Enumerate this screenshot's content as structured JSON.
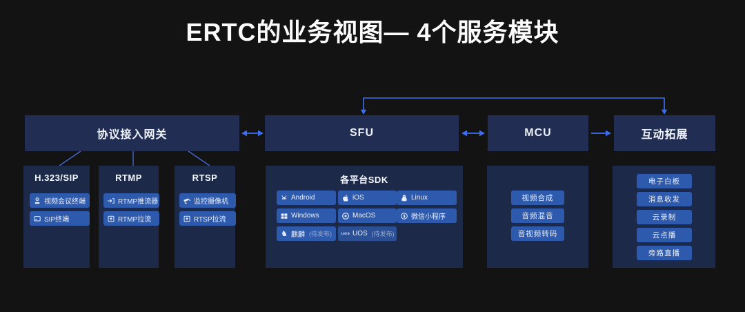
{
  "title": "ERTC的业务视图— 4个服务模块",
  "colors": {
    "background": "#131313",
    "module_box": "#212d52",
    "panel": "#1d2949",
    "chip": "#2e5aad",
    "arrow_blue": "#3d6ef2",
    "pending_text": "#98a7cc"
  },
  "modules": {
    "gateway": "协议接入网关",
    "sfu": "SFU",
    "mcu": "MCU",
    "extension": "互动拓展"
  },
  "gateway_groups": [
    {
      "title": "H.323/SIP",
      "items": [
        {
          "label": "视频会议终端",
          "icon": "video-conference-terminal-icon"
        },
        {
          "label": "SIP终端",
          "icon": "sip-terminal-icon"
        }
      ]
    },
    {
      "title": "RTMP",
      "items": [
        {
          "label": "RTMP推流器",
          "icon": "push-stream-icon"
        },
        {
          "label": "RTMP拉流",
          "icon": "pull-stream-icon"
        }
      ]
    },
    {
      "title": "RTSP",
      "items": [
        {
          "label": "监控摄像机",
          "icon": "surveillance-camera-icon"
        },
        {
          "label": "RTSP拉流",
          "icon": "pull-stream-icon"
        }
      ]
    }
  ],
  "sdk_panel": {
    "title": "各平台SDK",
    "items": [
      {
        "label": "Android",
        "icon": "android-icon"
      },
      {
        "label": "iOS",
        "icon": "apple-icon"
      },
      {
        "label": "Linux",
        "icon": "linux-icon"
      },
      {
        "label": "Windows",
        "icon": "windows-icon"
      },
      {
        "label": "MacOS",
        "icon": "macos-icon"
      },
      {
        "label": "微信小程序",
        "icon": "wechat-miniprogram-icon"
      },
      {
        "label": "麒麟",
        "suffix": "(待发布)",
        "icon": "kylin-icon"
      },
      {
        "label": "UOS",
        "suffix": "(待发布)",
        "icon": "uos-icon"
      }
    ]
  },
  "mcu_panel": {
    "items": [
      {
        "label": "视频合成"
      },
      {
        "label": "音频混音"
      },
      {
        "label": "音视频转码"
      }
    ]
  },
  "extension_panel": {
    "items": [
      {
        "label": "电子白板"
      },
      {
        "label": "消息收发"
      },
      {
        "label": "云录制"
      },
      {
        "label": "云点播"
      },
      {
        "label": "旁路直播"
      }
    ]
  }
}
